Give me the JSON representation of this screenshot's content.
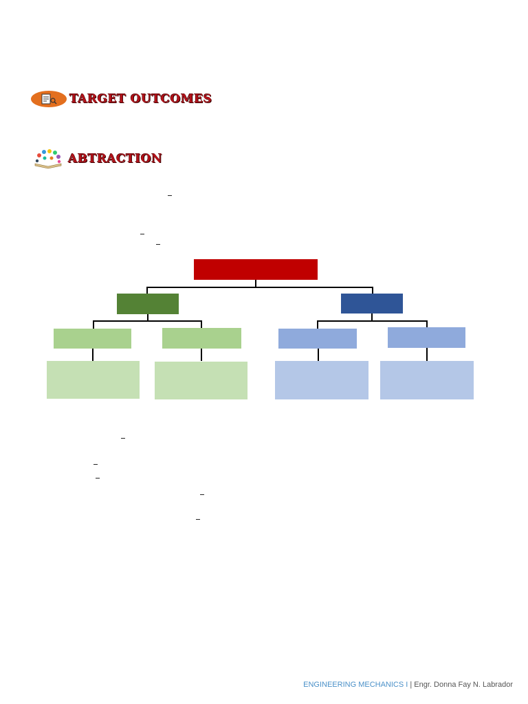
{
  "sections": {
    "target_outcomes": {
      "title": "TARGET OUTCOMES",
      "icon": "clipboard-icon"
    },
    "abstraction": {
      "title": "ABTRACTION",
      "icon": "apps-book-icon"
    }
  },
  "footer": {
    "course": "ENGINEERING MECHANICS I",
    "separator": "|",
    "author": "Engr. Donna Fay N. Labrador"
  },
  "colors": {
    "root": "#c00000",
    "left_branch": "#548235",
    "right_branch": "#2f5597",
    "left_child": "#a9d18e",
    "right_child": "#8faadc",
    "left_leaf": "#c5e0b4",
    "right_leaf": "#b4c7e7",
    "header_text": "#b3121a",
    "header_oval": "#e36f1e"
  }
}
